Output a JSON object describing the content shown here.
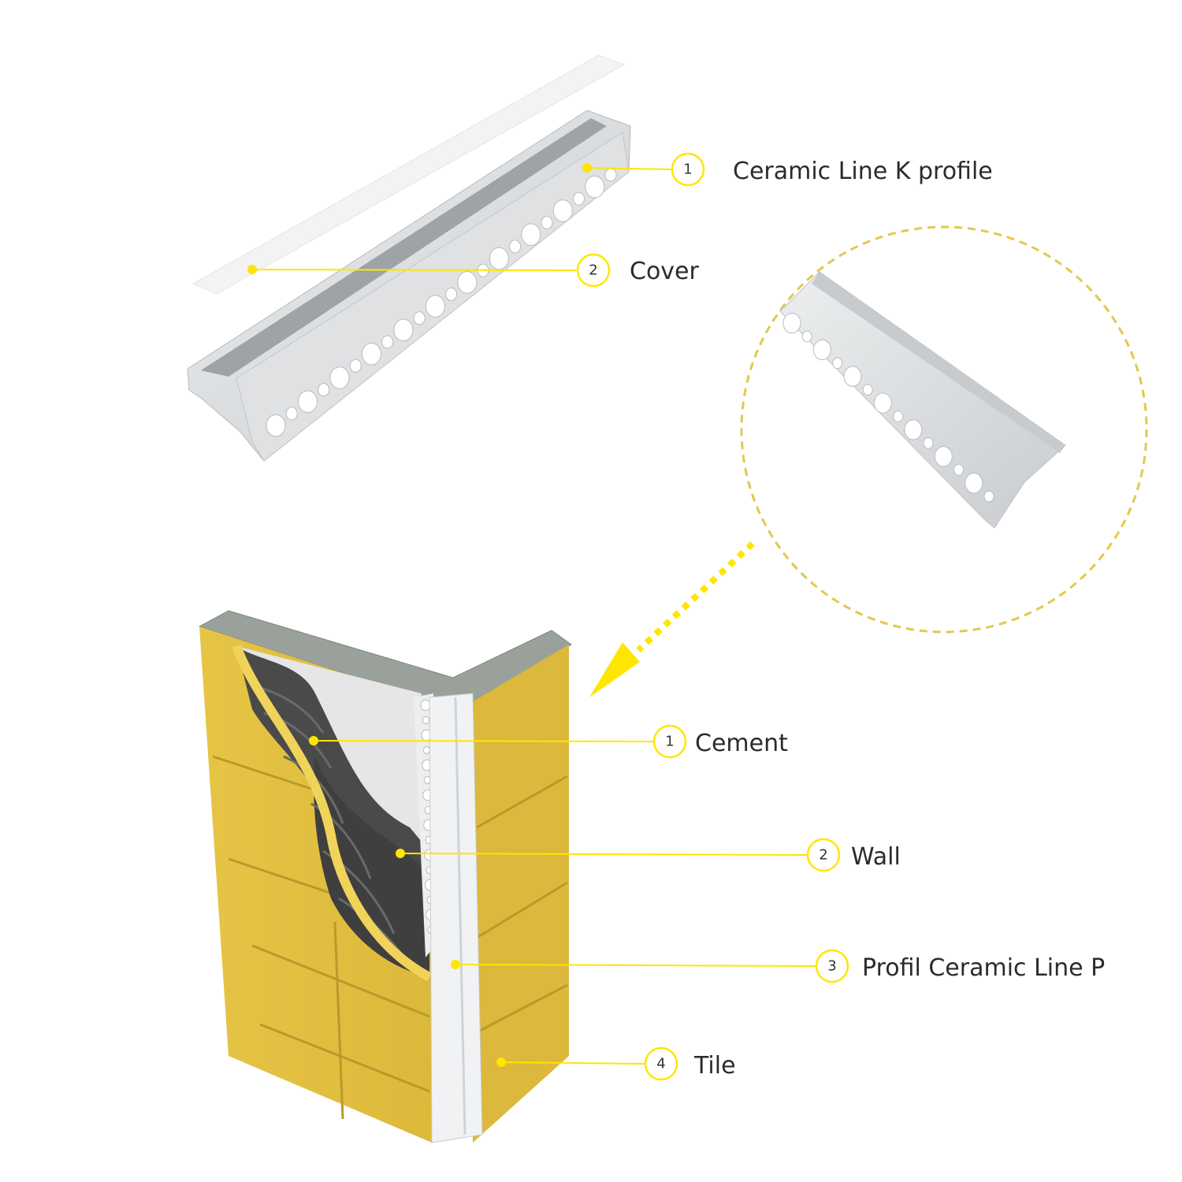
{
  "colors": {
    "accent": "#ffe600",
    "dashed_circle": "#e2c94a",
    "tile": "#e2c040",
    "cement": "#4a4a4a",
    "wall": "#e4e4e4",
    "profile": "#d7d9db"
  },
  "top_callouts": [
    {
      "number": "1",
      "label": "Ceramic Line K profile"
    },
    {
      "number": "2",
      "label": "Cover"
    }
  ],
  "bottom_callouts": [
    {
      "number": "1",
      "label": "Cement"
    },
    {
      "number": "2",
      "label": "Wall"
    },
    {
      "number": "3",
      "label": "Profil Ceramic Line P"
    },
    {
      "number": "4",
      "label": "Tile"
    }
  ]
}
